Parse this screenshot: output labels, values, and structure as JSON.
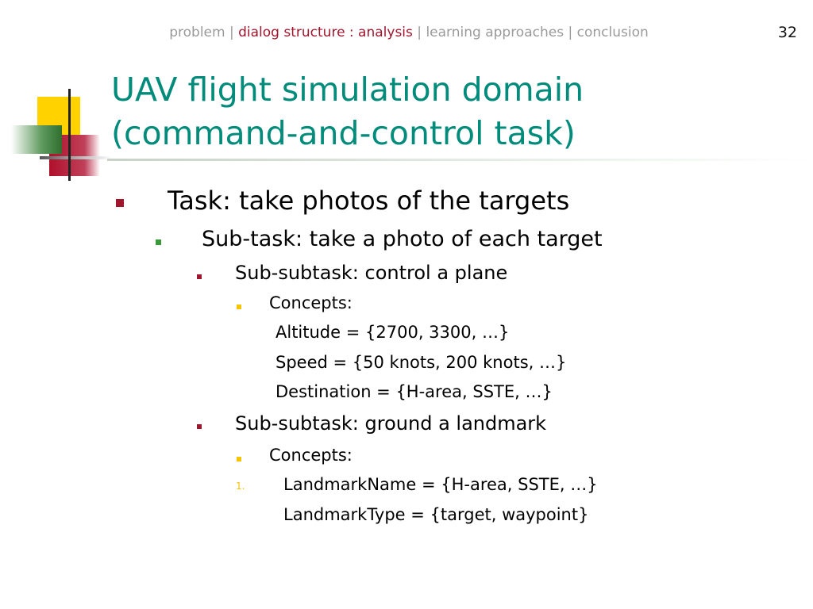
{
  "nav": {
    "item1": "problem",
    "sep1": " | ",
    "item2": "dialog structure : analysis",
    "sep2": " | ",
    "item3": "learning approaches",
    "sep3": " | ",
    "item4": "conclusion"
  },
  "page_number": "32",
  "title": {
    "line1": "UAV flight simulation domain",
    "line2": "(command-and-control task)"
  },
  "outline": {
    "l1": "Task: take photos of the targets",
    "l2": "Sub-task: take a photo of each target",
    "l3a": "Sub-subtask: control a plane",
    "l4a": "Concepts:",
    "c1": "Altitude = {2700, 3300, …}",
    "c2": "Speed = {50 knots, 200 knots, …}",
    "c3": "Destination = {H-area, SSTE, …}",
    "l3b": "Sub-subtask: ground a landmark",
    "l4b": "Concepts:",
    "num1": "1.",
    "c4": "LandmarkName = {H-area, SSTE, …}",
    "c5": "LandmarkType = {target, waypoint}"
  },
  "colors": {
    "title": "#008b7b",
    "nav_active": "#a0162c",
    "bullet_l1": "#a0162c",
    "bullet_l2": "#3a9a3a",
    "bullet_l3": "#a0162c",
    "bullet_l4": "#f5c400"
  }
}
